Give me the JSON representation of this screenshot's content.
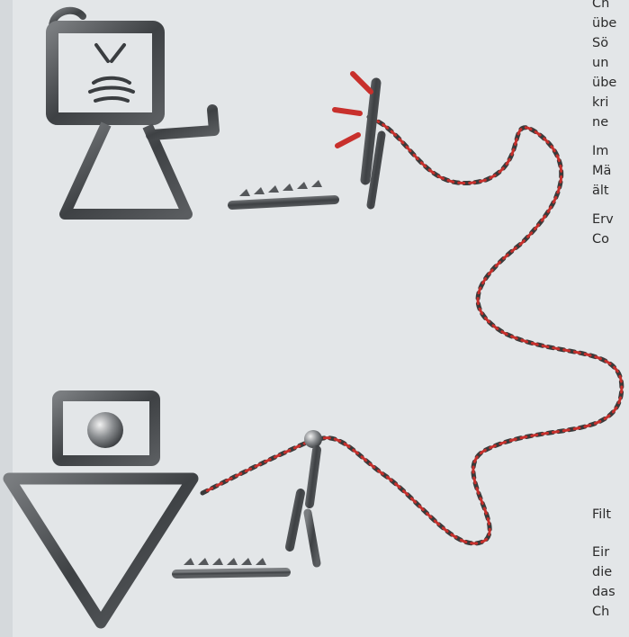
{
  "text_lines": {
    "l1": "Ch",
    "l2": "übe",
    "l3": "Sö",
    "l4": "un",
    "l5": "übe",
    "l6": "kri",
    "l7": "ne",
    "l8": "Im",
    "l9": "Mä",
    "l10": "ält",
    "l11": "Erv",
    "l12": "Co",
    "l13": "Filt",
    "l14": "Eir",
    "l15": "die",
    "l16": "das",
    "l17": "Ch"
  },
  "colors": {
    "background": "#e3e6e8",
    "figure": "#4a4d50",
    "link_red": "#c8302c",
    "link_dark": "#3a3a3a"
  }
}
